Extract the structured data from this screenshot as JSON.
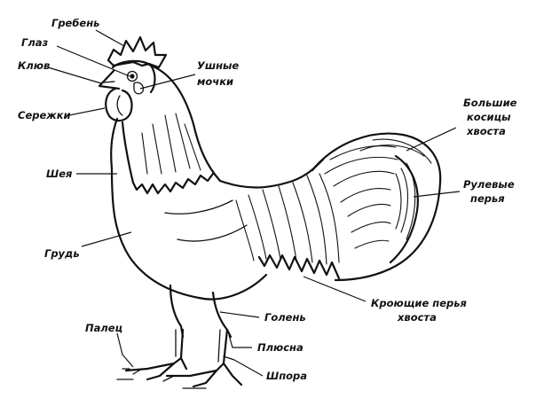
{
  "labels": {
    "comb": "Гребень",
    "eye": "Глаз",
    "beak": "Клюв",
    "earlobes_l1": "Ушные",
    "earlobes_l2": "мочки",
    "wattles": "Сережки",
    "sickles_l1": "Большие",
    "sickles_l2": "косицы",
    "sickles_l3": "хвоста",
    "neck": "Шея",
    "rectrices_l1": "Рулевые",
    "rectrices_l2": "перья",
    "breast": "Грудь",
    "coverts_l1": "Кроющие перья",
    "coverts_l2": "хвоста",
    "toe": "Палец",
    "shank": "Голень",
    "tarsus": "Плюсна",
    "spur": "Шпора"
  },
  "colors": {
    "ink": "#111111",
    "background": "#ffffff"
  }
}
